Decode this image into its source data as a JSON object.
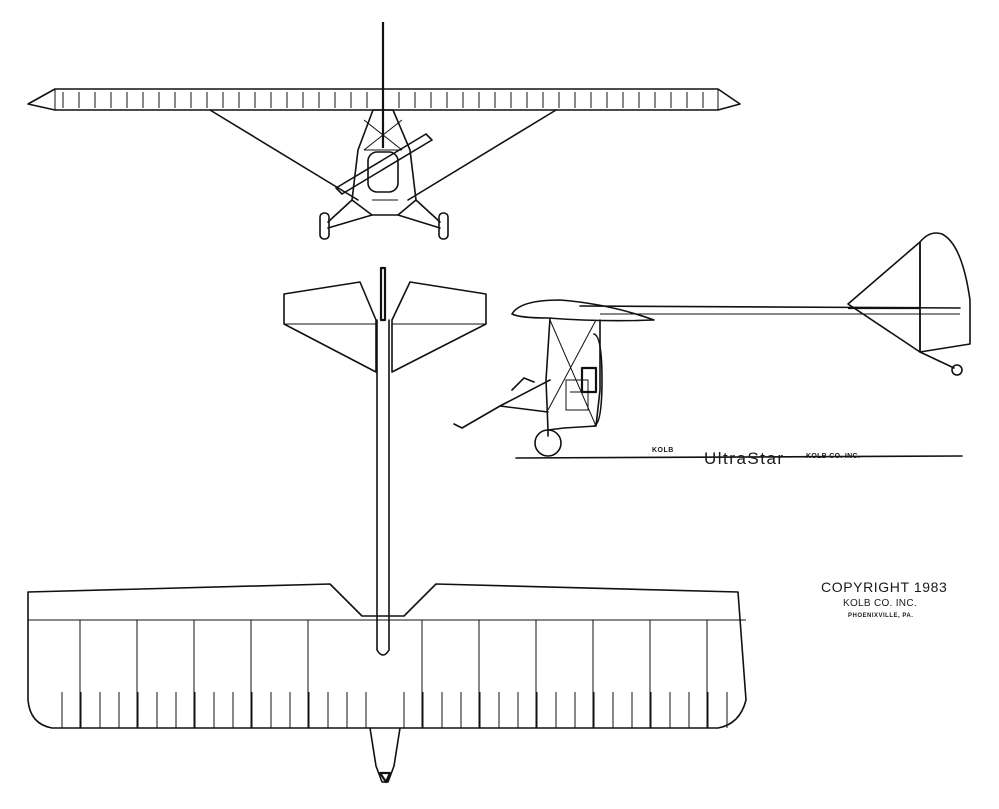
{
  "title_block": {
    "maker_small": "KOLB",
    "model_name": "UltraStar",
    "maker_full_small": "KOLB CO. INC."
  },
  "copyright": {
    "line1": "COPYRIGHT 1983",
    "line2": "KOLB CO. INC.",
    "line3": "PHOENIXVILLE, PA."
  }
}
